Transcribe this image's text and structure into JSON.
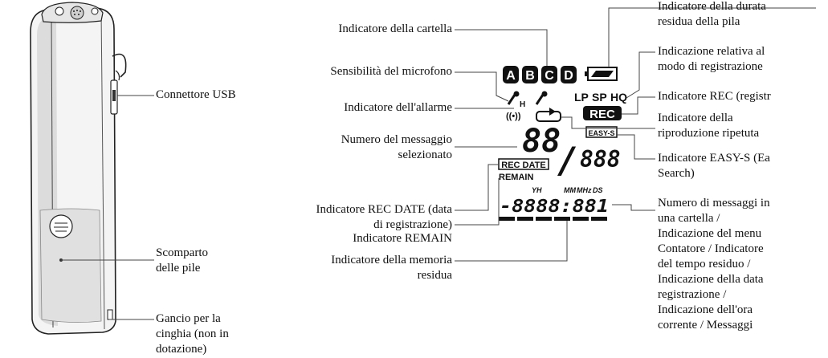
{
  "device_labels": {
    "usb": "Connettore USB",
    "battery_a": "Scomparto",
    "battery_b": "delle pile",
    "strap_a": "Gancio per la",
    "strap_b": "cinghia (non in",
    "strap_c": "dotazione)"
  },
  "left_labels": {
    "folder": "Indicatore della cartella",
    "mic": "Sensibilità del microfono",
    "alarm": "Indicatore dell'allarme",
    "msg_a": "Numero del messaggio",
    "msg_b": "selezionato",
    "recdate_a": "Indicatore REC DATE (data",
    "recdate_b": "di registrazione)",
    "remain": "Indicatore REMAIN",
    "memory_a": "Indicatore della memoria",
    "memory_b": "residua"
  },
  "right_labels": {
    "battery_a": "Indicatore della durata",
    "battery_b": "residua della pila",
    "mode_a": "Indicazione relativa al",
    "mode_b": "modo di registrazione",
    "rec": "Indicatore REC (registr",
    "repeat_a": "Indicatore della",
    "repeat_b": "riproduzione ripetuta",
    "easy_a": "Indicatore EASY-S (Ea",
    "easy_b": "Search)",
    "counter_1": "Numero di messaggi in",
    "counter_2": "una cartella /",
    "counter_3": "Indicazione del menu",
    "counter_4": "Contatore / Indicatore",
    "counter_5": "del tempo residuo /",
    "counter_6": "Indicazione della data",
    "counter_7": "registrazione /",
    "counter_8": "Indicazione dell'ora",
    "counter_9": "corrente / Messaggi"
  },
  "display": {
    "folders": [
      "A",
      "B",
      "C",
      "D"
    ],
    "mic_h": "H",
    "mode_lp": "LP",
    "mode_sp": "SP",
    "mode_hq": "HQ",
    "rec": "REC",
    "alarm_symbol": "((•))",
    "big_digits": "88",
    "slash": "/",
    "easy_s": "EASY-S",
    "small_digits": "888",
    "rec_date": "REC DATE",
    "remain": "REMAIN",
    "time_yh": "YH",
    "time_mm": "MM",
    "time_mhz": "MHz",
    "time_ds": "DS",
    "time_digits": "-8888:881"
  }
}
